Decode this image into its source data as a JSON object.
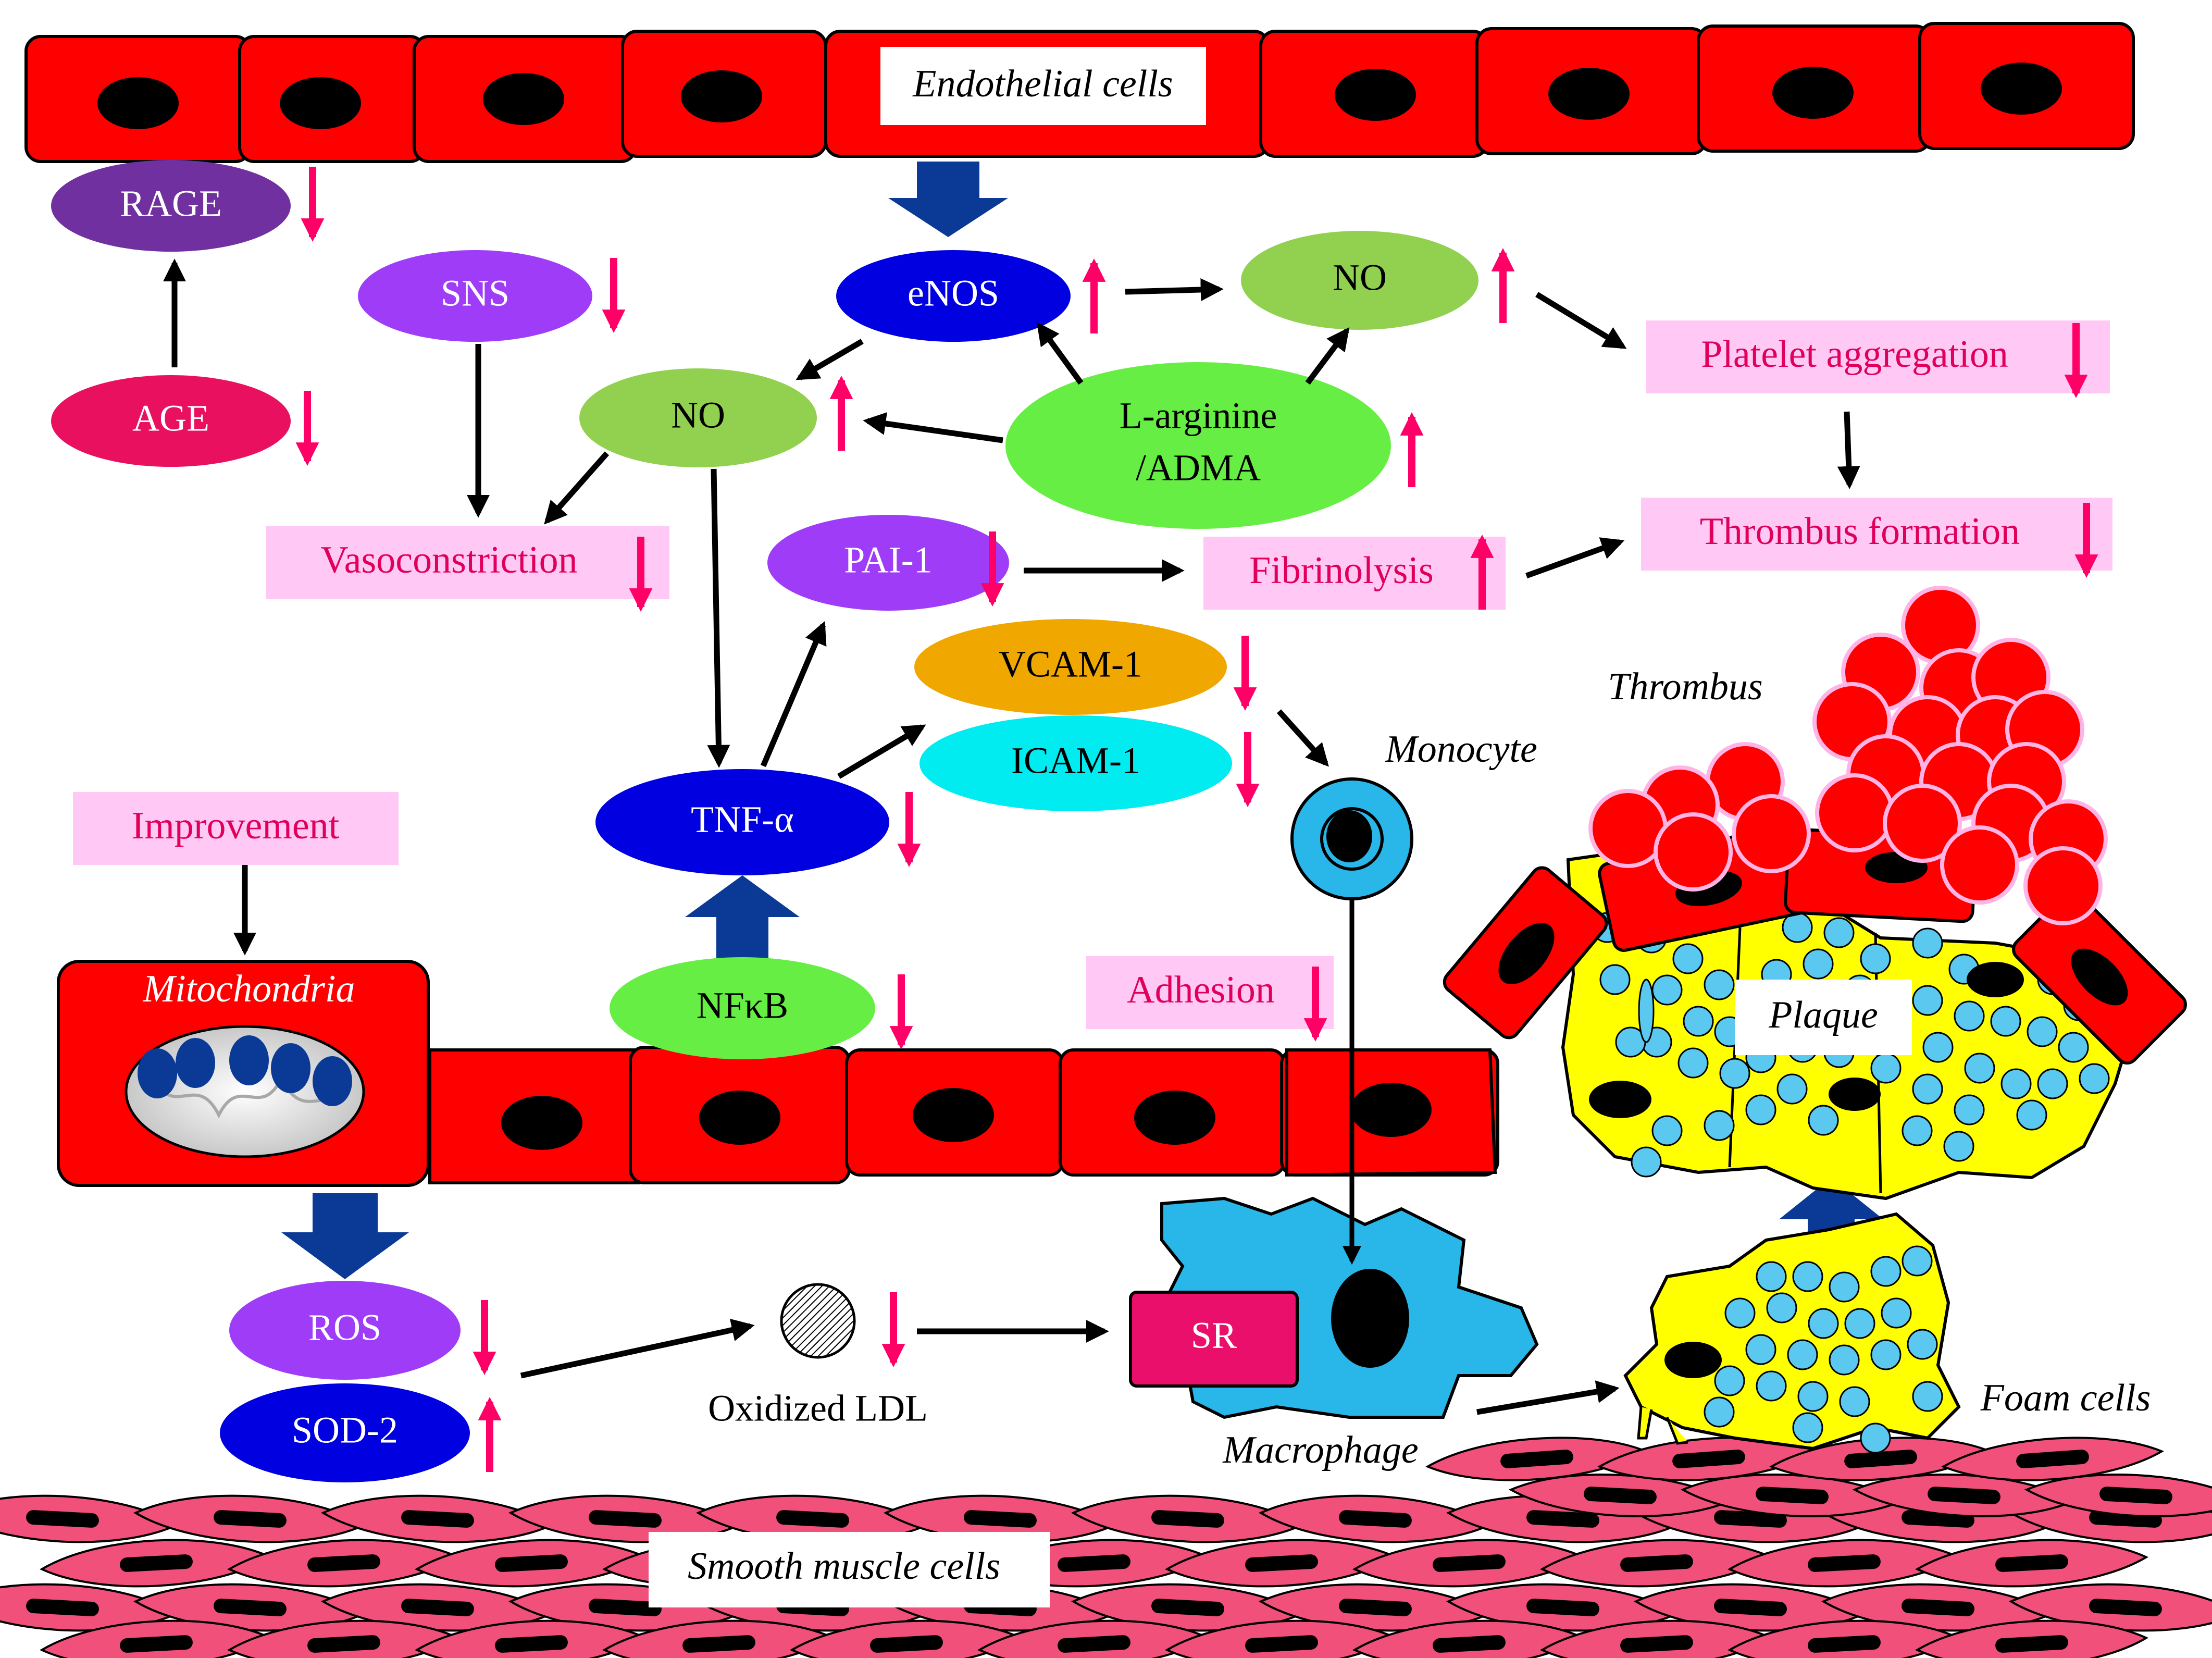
{
  "colors": {
    "cell_red": "#ff0000",
    "nucleus": "#000000",
    "pink_box": "#ffc8f5",
    "pink_text": "#e0005a",
    "pink_arrow": "#ff0066",
    "blue_arrow": "#0a3a96",
    "smooth_muscle": "#f0507a",
    "foam_yellow": "#ffff00",
    "lipid_blue": "#5bc8f0",
    "macrophage": "#29b6e8"
  },
  "labels": {
    "endothelial": "Endothelial cells",
    "rage": "RAGE",
    "age": "AGE",
    "sns": "SNS",
    "enos": "eNOS",
    "no_top": "NO",
    "no_left": "NO",
    "larginine_1": "L-arginine",
    "larginine_2": "/ADMA",
    "platelet": "Platelet aggregation",
    "thrombus_formation": "Thrombus formation",
    "vasoconstriction": "Vasoconstriction",
    "pai1": "PAI-1",
    "fibrinolysis": "Fibrinolysis",
    "vcam": "VCAM-1",
    "icam": "ICAM-1",
    "tnf": "TNF-α",
    "nfkb": "NFκB",
    "improvement": "Improvement",
    "mitochondria": "Mitochondria",
    "ros": "ROS",
    "sod2": "SOD-2",
    "oxldl": "Oxidized LDL",
    "sr": "SR",
    "macrophage": "Macrophage",
    "monocyte": "Monocyte",
    "adhesion": "Adhesion",
    "thrombus": "Thrombus",
    "plaque": "Plaque",
    "foam": "Foam cells",
    "smc": "Smooth muscle cells"
  },
  "icons": {
    "up": "up-arrow-icon",
    "down": "down-arrow-icon",
    "flow": "black-arrow-icon",
    "block": "blue-block-arrow-icon"
  }
}
